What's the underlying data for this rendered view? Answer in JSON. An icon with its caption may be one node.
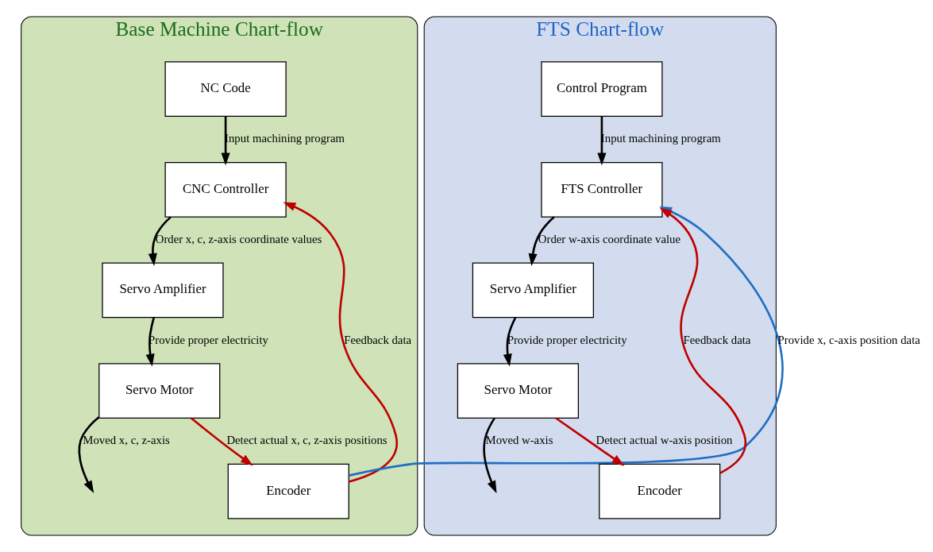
{
  "diagram": {
    "nodes": [
      {
        "text": [
          "Base Machine Chart-flow"
        ]
      },
      {
        "text": [
          "NC Code"
        ],
        "in": 0
      },
      {
        "text": [
          "CNC Controller"
        ],
        "in": 0
      },
      {
        "text": [
          "Servo Amplifier"
        ],
        "in": 0
      },
      {
        "text": [
          "Servo Motor"
        ],
        "in": 0
      },
      {
        "text": [
          "Encoder"
        ],
        "in": 0
      },
      {
        "text": [
          "FTS Chart-flow"
        ]
      },
      {
        "text": [
          "Control Program"
        ],
        "in": 6
      },
      {
        "text": [
          "FTS Controller"
        ],
        "in": 6
      },
      {
        "text": [
          "Servo Amplifier"
        ],
        "in": 6
      },
      {
        "text": [
          "Servo Motor"
        ],
        "in": 6
      },
      {
        "text": [
          "Encoder"
        ],
        "in": 6
      }
    ],
    "edges": [
      {
        "from": 1,
        "to": 2,
        "arrow": "to",
        "label": "Input machining program"
      },
      {
        "from": 2,
        "to": 3,
        "arrow": "to",
        "label": "Order x, c, z-axis coordinate values"
      },
      {
        "from": 3,
        "to": 4,
        "arrow": "to",
        "label": "Provide proper electricity"
      },
      {
        "from": 4,
        "to": null,
        "arrow": "to",
        "label": "Moved x, c, z-axis"
      },
      {
        "from": 4,
        "to": 5,
        "arrow": "to",
        "label": "Detect actual x, c, z-axis positions",
        "color": "#c00000"
      },
      {
        "from": 5,
        "to": 2,
        "arrow": "to",
        "label": "Feedback data",
        "color": "#c00000"
      },
      {
        "from": 5,
        "to": 8,
        "arrow": "to",
        "label": "Provide x, c-axis position data",
        "color": "#1f6fc4"
      },
      {
        "from": 7,
        "to": 8,
        "arrow": "to",
        "label": "Input machining program"
      },
      {
        "from": 8,
        "to": 9,
        "arrow": "to",
        "label": "Order w-axis coordinate value"
      },
      {
        "from": 9,
        "to": 10,
        "arrow": "to",
        "label": "Provide proper electricity"
      },
      {
        "from": 10,
        "to": null,
        "arrow": "to",
        "label": "Moved w-axis"
      },
      {
        "from": 10,
        "to": 11,
        "arrow": "to",
        "label": "Detect actual w-axis position",
        "color": "#c00000"
      },
      {
        "from": 11,
        "to": 8,
        "arrow": "to",
        "label": "Feedback data",
        "color": "#c00000"
      }
    ]
  }
}
